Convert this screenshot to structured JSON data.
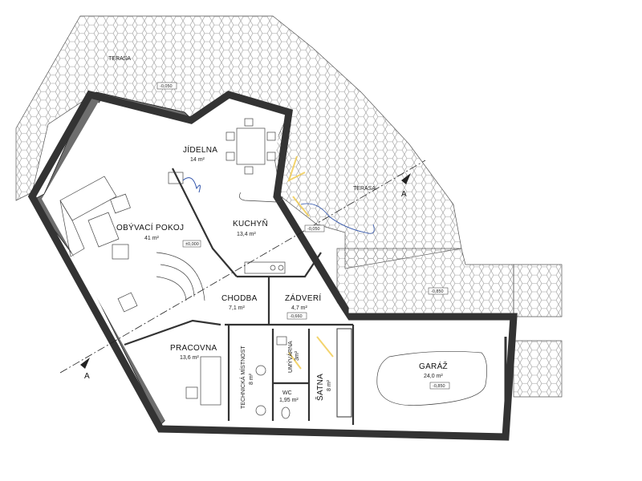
{
  "plan": {
    "colors": {
      "wall": "#6e6e6e",
      "paving": "#bdbdbd",
      "background": "#ffffff",
      "ink": "#111111",
      "annotation": "#2b4fa8",
      "highlight": "#f0c94a"
    },
    "terraces": [
      {
        "label": "TERASA"
      },
      {
        "label": "TERASA"
      }
    ],
    "rooms": [
      {
        "id": "jidelna",
        "name": "JÍDELNA",
        "area": "14 m²"
      },
      {
        "id": "obyvaci",
        "name": "OBÝVACÍ POKOJ",
        "area": "41 m²"
      },
      {
        "id": "kuchyn",
        "name": "KUCHYŇ",
        "area": "13,4 m²"
      },
      {
        "id": "chodba",
        "name": "CHODBA",
        "area": "7,1 m²"
      },
      {
        "id": "zadveri",
        "name": "ZÁDVERÍ",
        "area": "4,7 m²"
      },
      {
        "id": "pracovna",
        "name": "PRACOVNA",
        "area": "13,6 m²"
      },
      {
        "id": "technicka",
        "name": "TECHNICKÁ MÍSTNOST",
        "area": "8 m²"
      },
      {
        "id": "umyvarna",
        "name": "UMÝVÁRNA",
        "area": "3m²"
      },
      {
        "id": "wc",
        "name": "WC",
        "area": "1,95 m²"
      },
      {
        "id": "satna",
        "name": "ŠATNA",
        "area": "8 m²"
      },
      {
        "id": "garaz",
        "name": "GARÁŽ",
        "area": "24,0 m²"
      }
    ],
    "levels": {
      "terasa_top": "-0,050",
      "obyvaci": "±0,000",
      "kuchyn_terasa": "-0,050",
      "zadveri": "-0,660",
      "garaz": "-0,850",
      "driveway": "-0,850"
    },
    "section_marks": [
      {
        "label": "A"
      },
      {
        "label": "A"
      }
    ]
  }
}
